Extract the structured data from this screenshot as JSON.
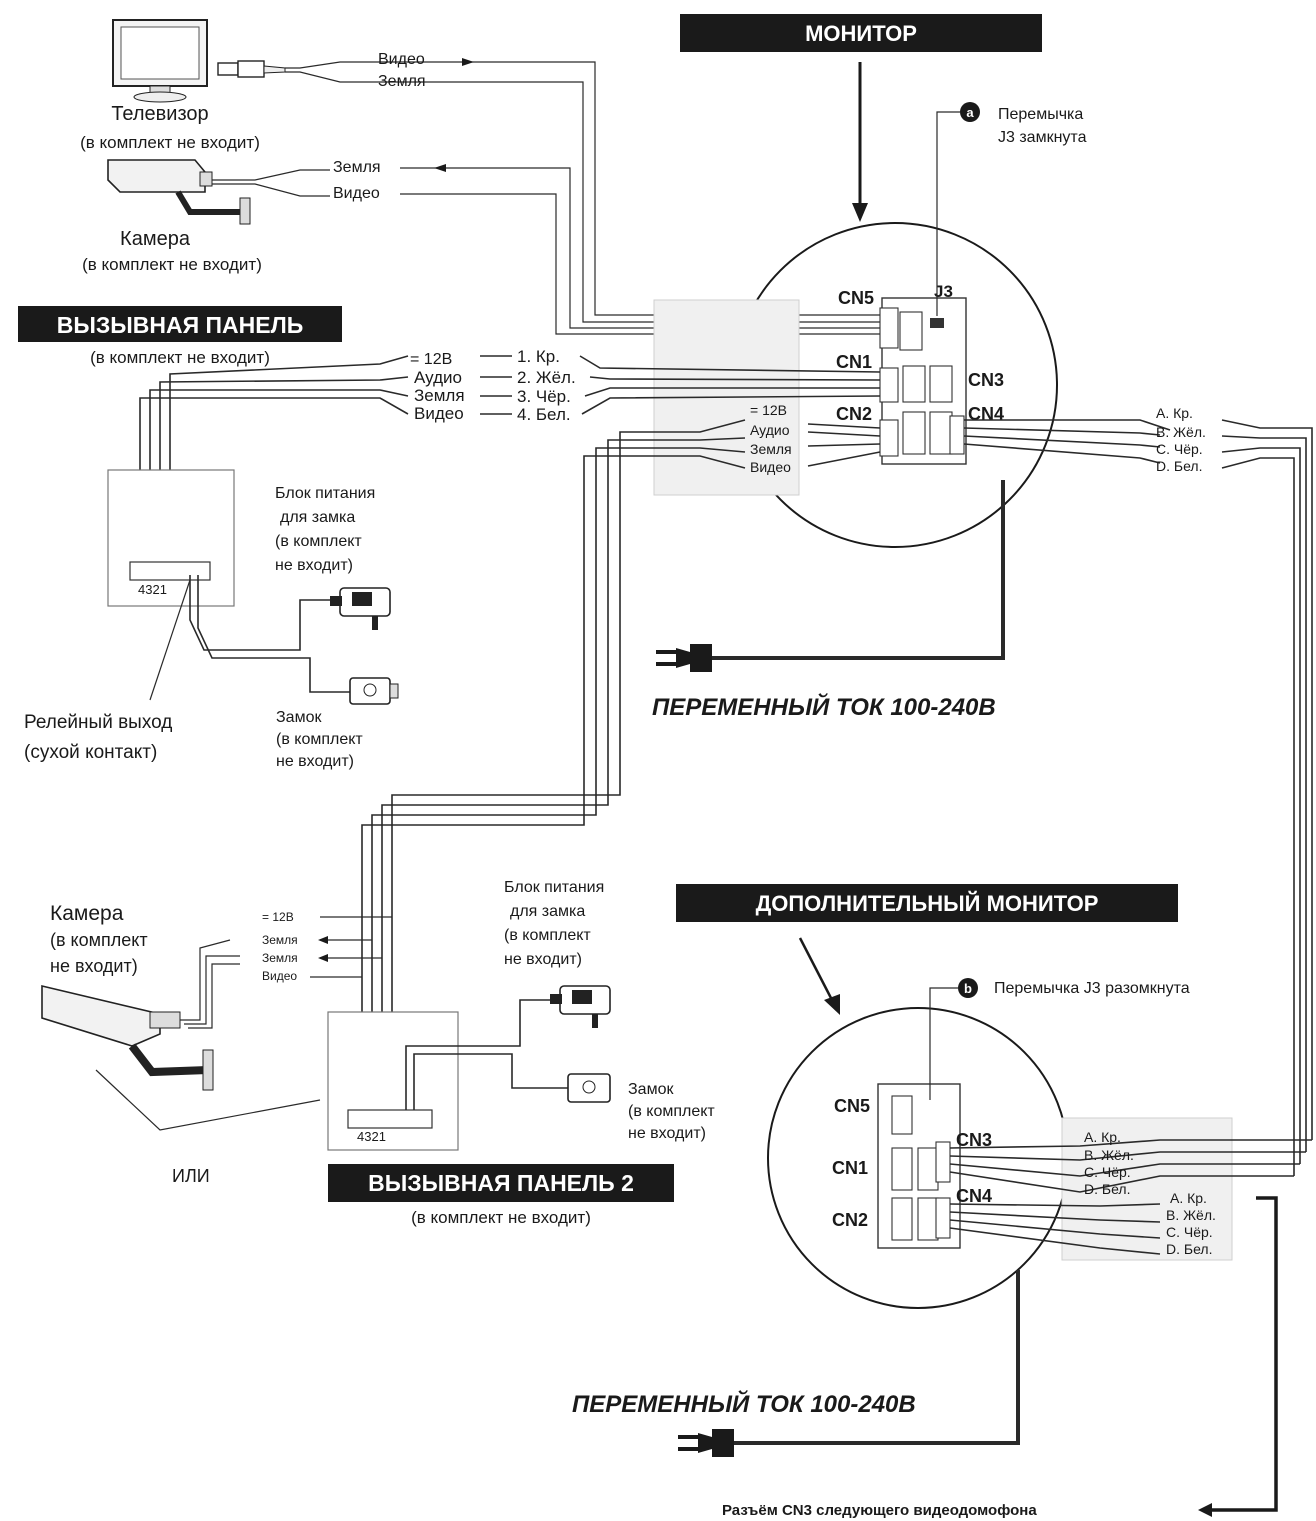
{
  "banners": {
    "monitor": "МОНИТОР",
    "call_panel": "ВЫЗЫВНАЯ ПАНЕЛЬ",
    "extra_monitor": "ДОПОЛНИТЕЛЬНЫЙ МОНИТОР",
    "call_panel_2": "ВЫЗЫВНАЯ ПАНЕЛЬ 2"
  },
  "notes": {
    "tv": "Телевизор",
    "camera": "Камера",
    "not_included": "(в комплект не входит)",
    "jumper_a": "Перемычка",
    "jumper_a2": "J3 замкнута",
    "jumper_b": "Перемычка J3 разомкнута",
    "power_supply_1": "Блок питания",
    "power_supply_2": "для замка",
    "power_supply_3": "(в комплект",
    "power_supply_4": "не входит)",
    "lock": "Замок",
    "relay_1": "Релейный выход",
    "relay_2": "(сухой контакт)",
    "ac_power": "ПЕРЕМЕННЫЙ ТОК 100-240В",
    "or": "ИЛИ",
    "next_cn3": "Разъём CN3 следующего видеодомофона",
    "camera2_1": "Камера",
    "camera2_2": "(в комплект",
    "camera2_3": "не входит)",
    "panel_numbers": "4321",
    "badge_a": "a",
    "badge_b": "b"
  },
  "wires": {
    "video": "Видео",
    "ground": "Земля",
    "audio": "Аудио",
    "v12": "= 12В",
    "w1": "1. Кр.",
    "w2": "2. Жёл.",
    "w3": "3. Чёр.",
    "w4": "4. Бел.",
    "a": "A. Кр.",
    "b": "B. Жёл.",
    "c": "C. Чёр.",
    "d": "D. Бел."
  },
  "connectors": {
    "cn1": "CN1",
    "cn2": "CN2",
    "cn3": "CN3",
    "cn4": "CN4",
    "cn5": "CN5",
    "j3": "J3"
  }
}
